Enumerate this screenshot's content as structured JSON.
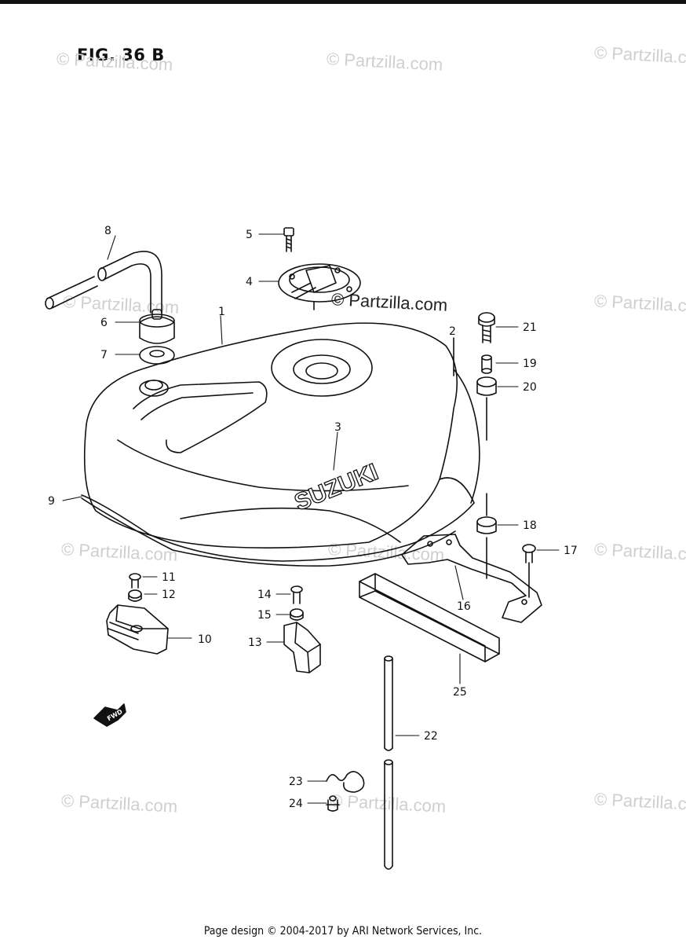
{
  "figure": {
    "title": "FIG. 36 B"
  },
  "watermark": {
    "text": "© Partzilla.com"
  },
  "brand_decal": "SUZUKI",
  "fwd_label": "FWD",
  "footer": {
    "text": "Page design © 2004-2017 by ARI Network Services, Inc."
  },
  "callouts": [
    "1",
    "2",
    "3",
    "4",
    "5",
    "6",
    "7",
    "8",
    "9",
    "10",
    "11",
    "12",
    "13",
    "14",
    "15",
    "16",
    "17",
    "18",
    "19",
    "20",
    "21",
    "22",
    "23",
    "24",
    "25"
  ],
  "colors": {
    "line": "#111111",
    "watermark": "#cfcfcf",
    "paper": "#ffffff"
  }
}
